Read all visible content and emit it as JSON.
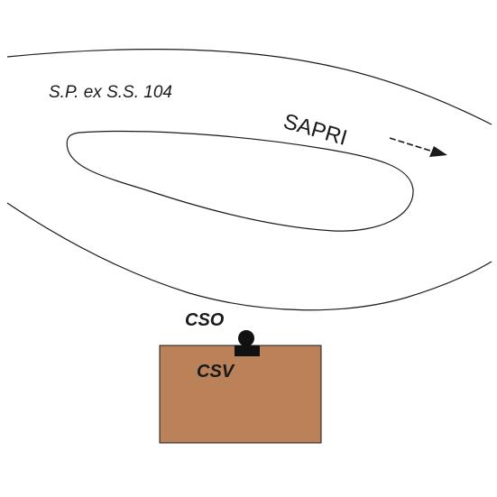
{
  "road": {
    "name": "S.P. ex S.S. 104"
  },
  "direction": {
    "label": "SAPRI"
  },
  "stations": {
    "cso_label": "CSO",
    "csv_label": "CSV"
  },
  "colors": {
    "area_fill": "#bb8158",
    "line": "#1a1a1a",
    "background": "#ffffff"
  },
  "icons": {
    "direction_arrow": "arrow-right-icon",
    "cso_marker": "station-dot-icon",
    "csv_marker": "station-square-icon"
  }
}
